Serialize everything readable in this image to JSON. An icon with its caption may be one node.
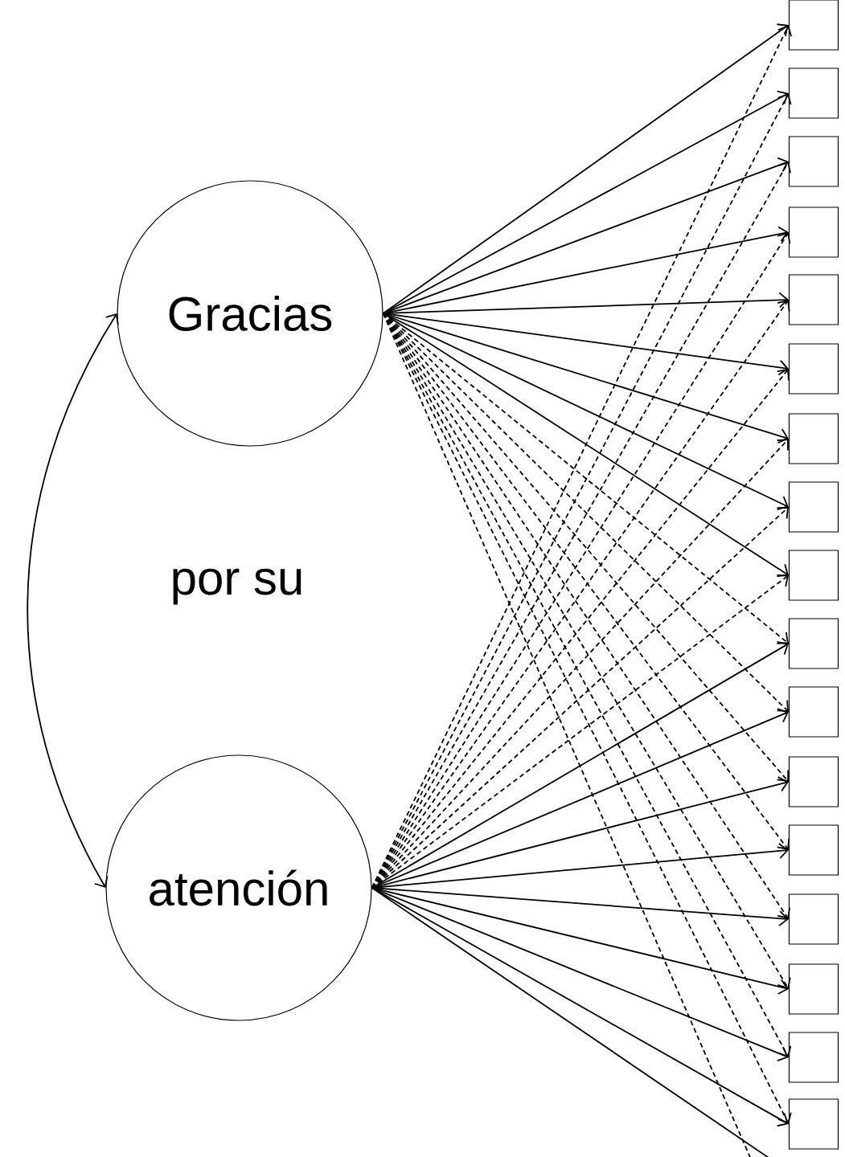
{
  "diagram": {
    "nodes": [
      {
        "text": [
          "Gracias"
        ]
      },
      {
        "text": [
          "atención"
        ]
      },
      {
        "text": [],
        "shape": "box"
      },
      {
        "text": [],
        "shape": "box"
      },
      {
        "text": [],
        "shape": "box"
      },
      {
        "text": [],
        "shape": "box"
      },
      {
        "text": [],
        "shape": "box"
      },
      {
        "text": [],
        "shape": "box"
      },
      {
        "text": [],
        "shape": "box"
      },
      {
        "text": [],
        "shape": "box"
      },
      {
        "text": [],
        "shape": "box"
      },
      {
        "text": [],
        "shape": "box"
      },
      {
        "text": [],
        "shape": "box"
      },
      {
        "text": [],
        "shape": "box"
      },
      {
        "text": [],
        "shape": "box"
      },
      {
        "text": [],
        "shape": "box"
      },
      {
        "text": [],
        "shape": "box"
      },
      {
        "text": [],
        "shape": "box"
      },
      {
        "text": [],
        "shape": "box"
      }
    ],
    "edges": [
      {
        "from": 0,
        "to": 1,
        "arrow": "both"
      },
      {
        "from": 0,
        "to": 2,
        "arrow": "to"
      },
      {
        "from": 1,
        "to": 2,
        "arrow": "to",
        "style": "dashed"
      },
      {
        "from": 0,
        "to": 3,
        "arrow": "to"
      },
      {
        "from": 1,
        "to": 3,
        "arrow": "to",
        "style": "dashed"
      },
      {
        "from": 0,
        "to": 4,
        "arrow": "to"
      },
      {
        "from": 1,
        "to": 4,
        "arrow": "to",
        "style": "dashed"
      },
      {
        "from": 0,
        "to": 5,
        "arrow": "to"
      },
      {
        "from": 1,
        "to": 5,
        "arrow": "to",
        "style": "dashed"
      },
      {
        "from": 0,
        "to": 6,
        "arrow": "to"
      },
      {
        "from": 1,
        "to": 6,
        "arrow": "to",
        "style": "dashed"
      },
      {
        "from": 0,
        "to": 7,
        "arrow": "to"
      },
      {
        "from": 1,
        "to": 7,
        "arrow": "to",
        "style": "dashed"
      },
      {
        "from": 0,
        "to": 8,
        "arrow": "to"
      },
      {
        "from": 1,
        "to": 8,
        "arrow": "to",
        "style": "dashed"
      },
      {
        "from": 0,
        "to": 9,
        "arrow": "to"
      },
      {
        "from": 1,
        "to": 9,
        "arrow": "to",
        "style": "dashed"
      },
      {
        "from": 0,
        "to": 10,
        "arrow": "to"
      },
      {
        "from": 1,
        "to": 10,
        "arrow": "to",
        "style": "dashed"
      },
      {
        "from": 1,
        "to": 11,
        "arrow": "to"
      },
      {
        "from": 0,
        "to": 11,
        "arrow": "to",
        "style": "dashed"
      },
      {
        "from": 1,
        "to": 12,
        "arrow": "to"
      },
      {
        "from": 0,
        "to": 12,
        "arrow": "to",
        "style": "dashed"
      },
      {
        "from": 1,
        "to": 13,
        "arrow": "to"
      },
      {
        "from": 0,
        "to": 13,
        "arrow": "to",
        "style": "dashed"
      },
      {
        "from": 1,
        "to": 14,
        "arrow": "to"
      },
      {
        "from": 0,
        "to": 14,
        "arrow": "to",
        "style": "dashed"
      },
      {
        "from": 1,
        "to": 15,
        "arrow": "to"
      },
      {
        "from": 0,
        "to": 15,
        "arrow": "to",
        "style": "dashed"
      },
      {
        "from": 1,
        "to": 16,
        "arrow": "to"
      },
      {
        "from": 0,
        "to": 16,
        "arrow": "to",
        "style": "dashed"
      },
      {
        "from": 1,
        "to": 17,
        "arrow": "to"
      },
      {
        "from": 0,
        "to": 17,
        "arrow": "to",
        "style": "dashed"
      },
      {
        "from": 1,
        "to": 18,
        "arrow": "to"
      },
      {
        "from": 0,
        "to": 18,
        "arrow": "to",
        "style": "dashed"
      },
      {
        "from": 1,
        "to": null,
        "arrow": "none"
      },
      {
        "from": 0,
        "to": null,
        "arrow": "none",
        "style": "dashed"
      }
    ],
    "labels": [
      "por su"
    ]
  }
}
